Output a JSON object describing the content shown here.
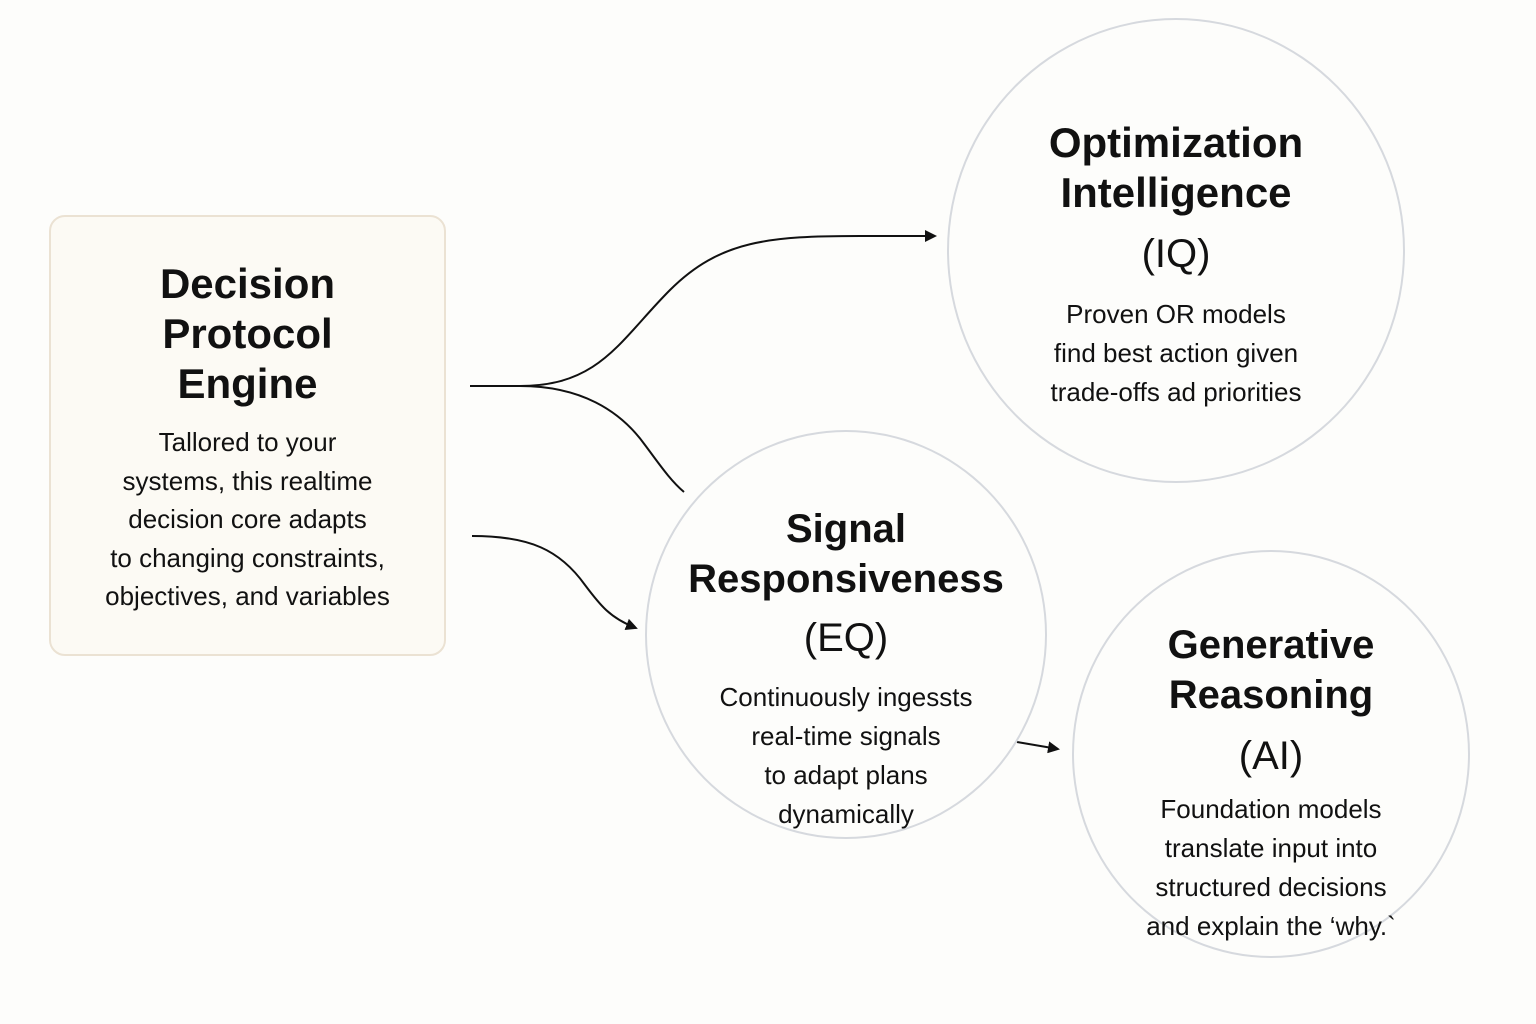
{
  "engine": {
    "title": "Decision\nProtocol\nEngine",
    "description": "Tallored to your\nsystems, this realtime\ndecision core adapts\nto changing constraints,\nobjectives, and variables"
  },
  "nodes": {
    "iq": {
      "title": "Optimization\nIntelligence",
      "abbr": "(IQ)",
      "description": "Proven OR models\nfind best action given\ntrade-offs ad priorities"
    },
    "eq": {
      "title": "Signal\nResponsiveness",
      "abbr": "(EQ)",
      "description": "Continuously ingessts\nreal-time signals\nto adapt plans\ndynamically"
    },
    "ai": {
      "title": "Generative\nReasoning",
      "abbr": "(AI)",
      "description": "Foundation models\ntranslate input into\nstructured decisions\nand explain the ‘why.`"
    }
  },
  "colors": {
    "background": "#fdfdfb",
    "engine_fill": "#fcfaf4",
    "engine_border": "#ebe2d3",
    "circle_border": "#d6d9de",
    "text": "#111111",
    "connector": "#111111"
  },
  "icons": {
    "connector_arrow": "arrowhead-right-icon"
  }
}
